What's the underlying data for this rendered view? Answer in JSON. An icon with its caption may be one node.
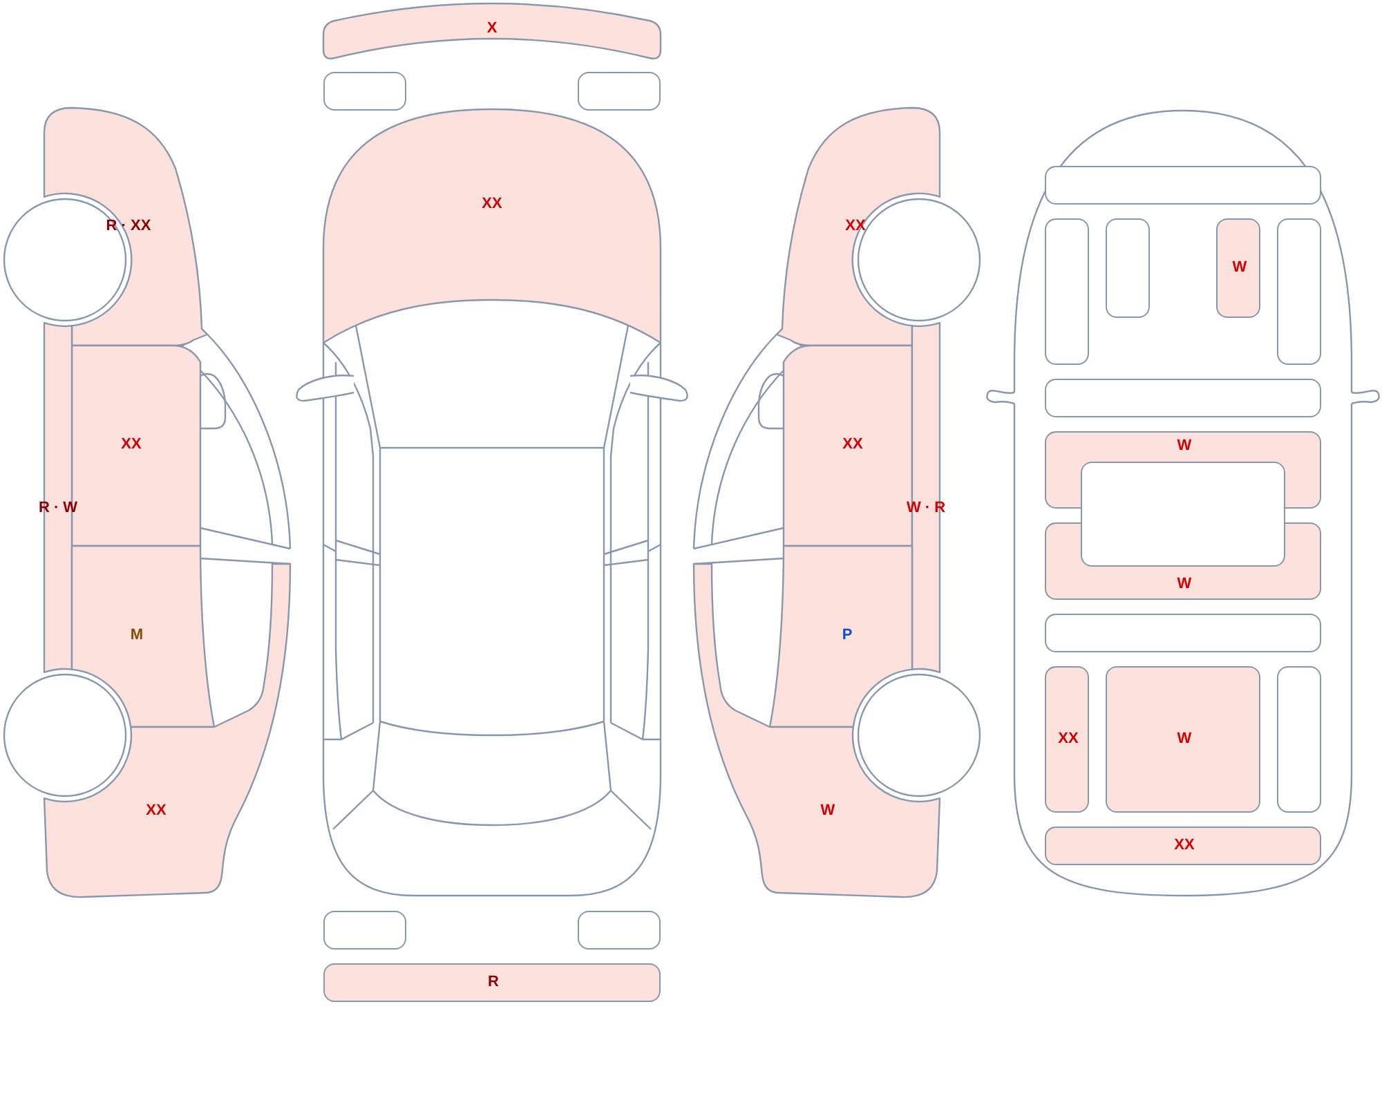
{
  "diagram": {
    "nodes": [
      {
        "text": [
          "R · XX"
        ]
      },
      {
        "text": [
          "XX"
        ]
      },
      {
        "text": [
          "R · W"
        ]
      },
      {
        "text": [
          "M"
        ]
      },
      {
        "text": [
          "XX"
        ]
      },
      {
        "text": [
          "X"
        ]
      },
      {
        "text": [],
        "shape": "box"
      },
      {
        "text": [],
        "shape": "box"
      },
      {
        "text": [
          "XX"
        ]
      },
      {
        "text": [],
        "shape": "box"
      },
      {
        "text": [],
        "shape": "box"
      },
      {
        "text": [
          "R"
        ]
      },
      {
        "text": [
          "XX"
        ]
      },
      {
        "text": [
          "XX"
        ]
      },
      {
        "text": [
          "W · R"
        ]
      },
      {
        "text": [
          "P"
        ]
      },
      {
        "text": [
          "W"
        ]
      },
      {
        "text": [],
        "shape": "box"
      },
      {
        "text": [],
        "shape": "box"
      },
      {
        "text": [],
        "shape": "box"
      },
      {
        "text": [
          "W"
        ]
      },
      {
        "text": [],
        "shape": "box"
      },
      {
        "text": [],
        "shape": "box"
      },
      {
        "text": [
          "W"
        ]
      },
      {
        "text": [],
        "shape": "box"
      },
      {
        "text": [
          "W"
        ]
      },
      {
        "text": [],
        "shape": "box"
      },
      {
        "text": [
          "XX"
        ]
      },
      {
        "text": [
          "W"
        ]
      },
      {
        "text": [],
        "shape": "box"
      },
      {
        "text": [
          "XX"
        ]
      }
    ]
  }
}
